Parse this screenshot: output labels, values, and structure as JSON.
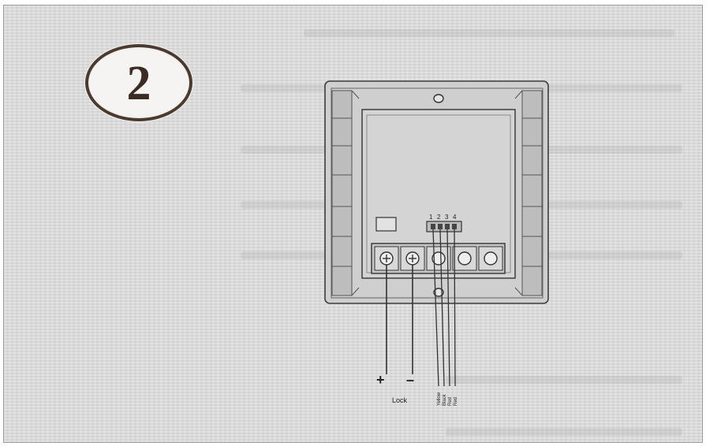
{
  "step": {
    "number": "2"
  },
  "terminals": {
    "pin_numbers": [
      "1",
      "2",
      "3",
      "4"
    ]
  },
  "wires": {
    "plus": "+",
    "minus": "–",
    "lock_label": "Lock",
    "colors": [
      "Yellow",
      "Black",
      "Red",
      "Red"
    ]
  }
}
